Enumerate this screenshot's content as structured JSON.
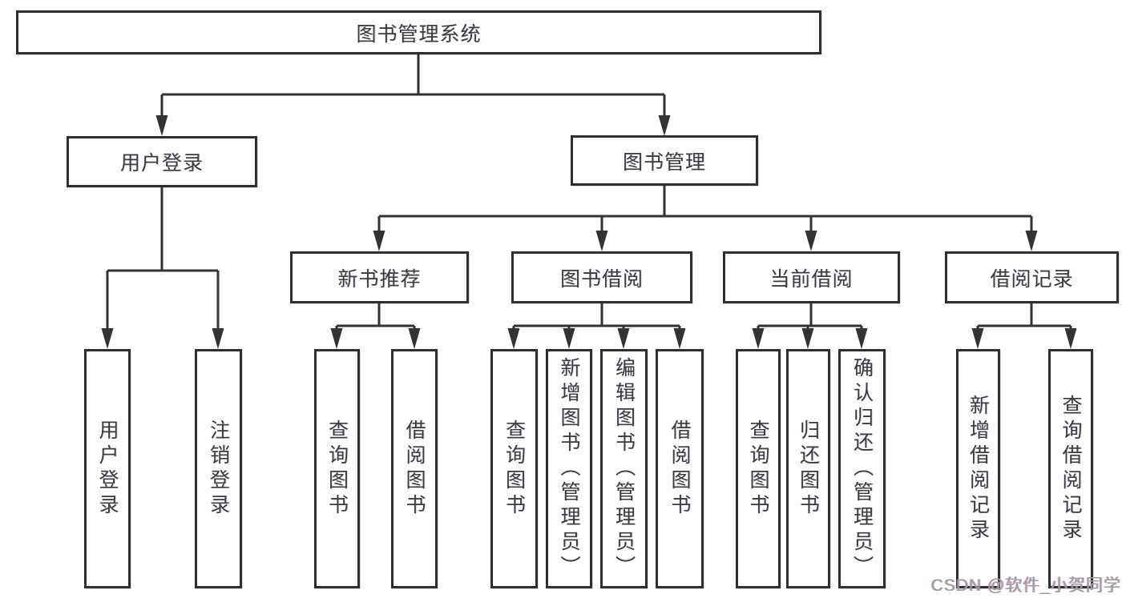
{
  "diagram": {
    "root": {
      "label": "图书管理系统"
    },
    "level2": {
      "login": {
        "label": "用户登录"
      },
      "management": {
        "label": "图书管理"
      }
    },
    "login_children": [
      {
        "label": "用户登录"
      },
      {
        "label": "注销登录"
      }
    ],
    "sections": [
      {
        "label": "新书推荐",
        "children": [
          {
            "label": "查询图书"
          },
          {
            "label": "借阅图书"
          }
        ]
      },
      {
        "label": "图书借阅",
        "children": [
          {
            "label": "查询图书"
          },
          {
            "label": "新增图书（管理员）"
          },
          {
            "label": "编辑图书（管理员）"
          },
          {
            "label": "借阅图书"
          }
        ]
      },
      {
        "label": "当前借阅",
        "children": [
          {
            "label": "查询图书"
          },
          {
            "label": "归还图书"
          },
          {
            "label": "确认归还（管理员）"
          }
        ]
      },
      {
        "label": "借阅记录",
        "children": [
          {
            "label": "新增借阅记录"
          },
          {
            "label": "查询借阅记录"
          }
        ]
      }
    ]
  },
  "watermark": {
    "text": "CSDN @软件_小贺同学"
  },
  "colors": {
    "line": "#333333",
    "border": "#2f2f2f",
    "text": "#3c3c3c",
    "watermark": "#9c9c9c"
  }
}
